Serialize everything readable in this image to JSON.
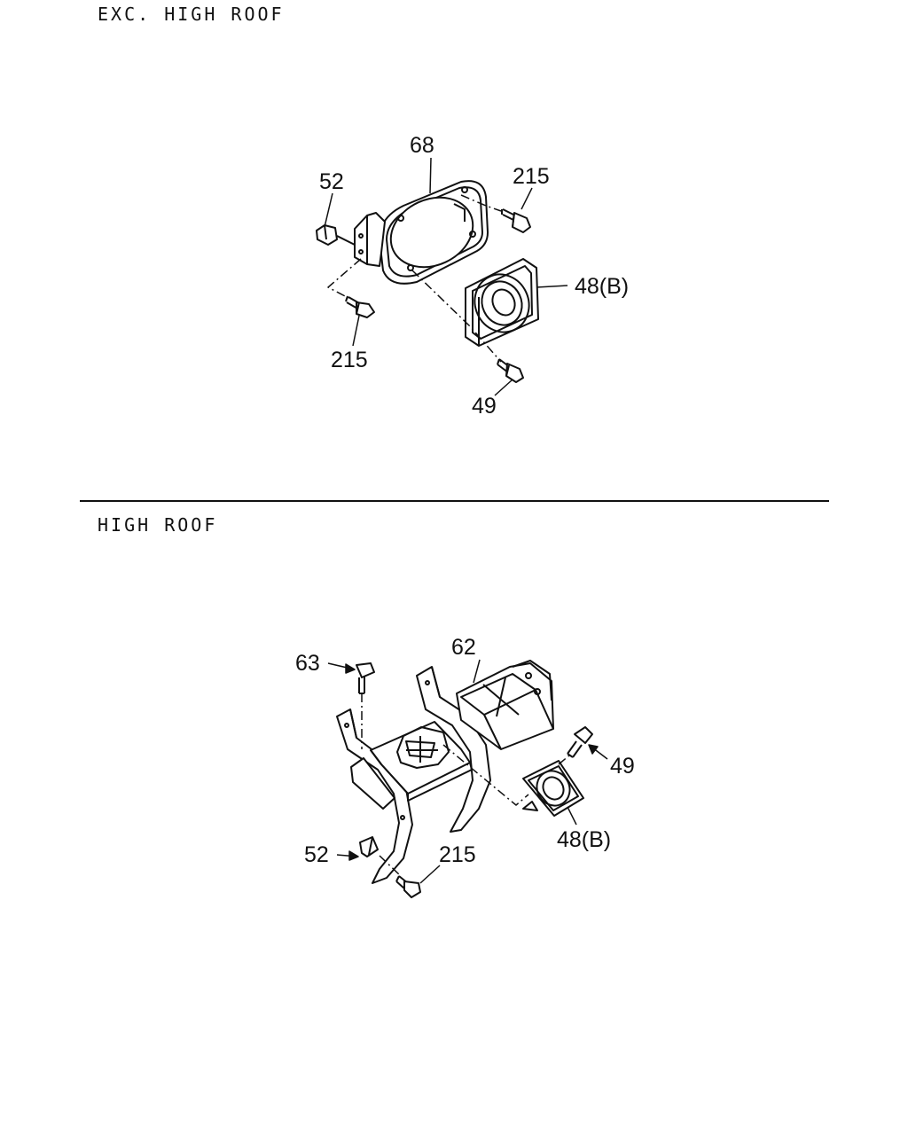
{
  "sections": [
    {
      "title": "EXC. HIGH ROOF",
      "callouts": {
        "p68": "68",
        "p52": "52",
        "p215_top": "215",
        "p48b": "48(B)",
        "p215_bottom": "215",
        "p49": "49"
      }
    },
    {
      "title": "HIGH ROOF",
      "callouts": {
        "p63": "63",
        "p62": "62",
        "p49": "49",
        "p48b": "48(B)",
        "p52": "52",
        "p215": "215"
      }
    }
  ],
  "colors": {
    "line": "#111111",
    "background": "#ffffff"
  }
}
